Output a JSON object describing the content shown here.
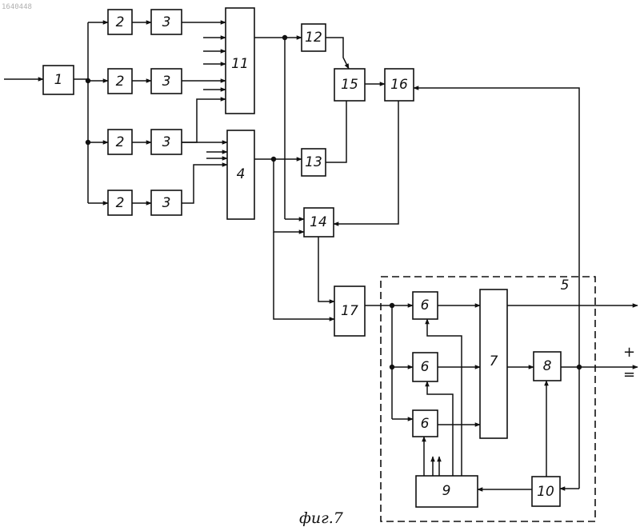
{
  "corner_text": "1640448",
  "caption": "фиг.7",
  "group_label": "5",
  "output_plus": "+",
  "output_minus": "=",
  "blocks": {
    "b1": "1",
    "b2": "2",
    "b3": "3",
    "b4": "4",
    "b6": "6",
    "b7": "7",
    "b8": "8",
    "b9": "9",
    "b10": "10",
    "b11": "11",
    "b12": "12",
    "b13": "13",
    "b14": "14",
    "b15": "15",
    "b16": "16",
    "b17": "17"
  }
}
